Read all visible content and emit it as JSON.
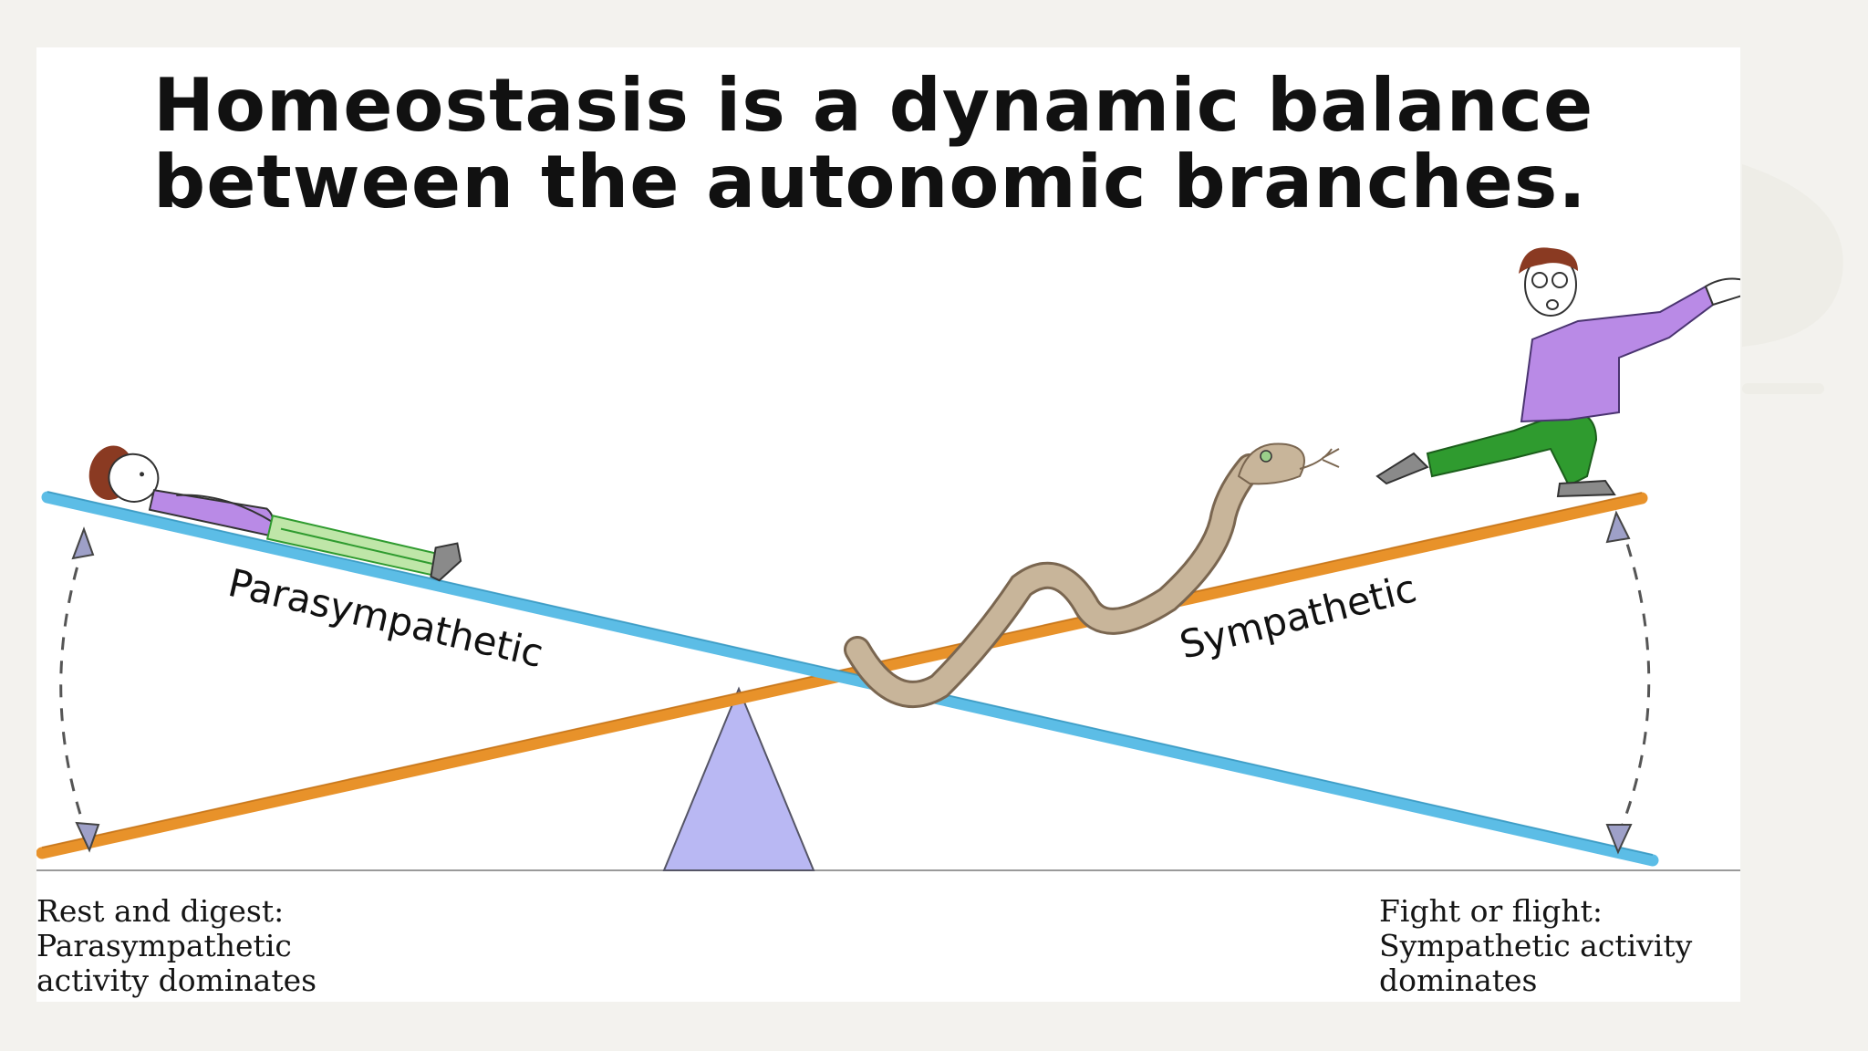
{
  "title": "Homeostasis is a dynamic balance between the autonomic branches.",
  "labels": {
    "parasympathetic": "Parasympathetic",
    "sympathetic": "Sympathetic"
  },
  "captions": {
    "left": "Rest and digest:\nParasympathetic\nactivity dominates",
    "right": "Fight or flight:\nSympathetic activity\ndominates"
  },
  "colors": {
    "parasympathetic_beam": "#5cbde6",
    "sympathetic_beam": "#e8922a",
    "fulcrum": "#b9b8f3",
    "shirt": "#b98ae6",
    "pants": "#2f9b2f",
    "snake": "#c8b59a"
  }
}
